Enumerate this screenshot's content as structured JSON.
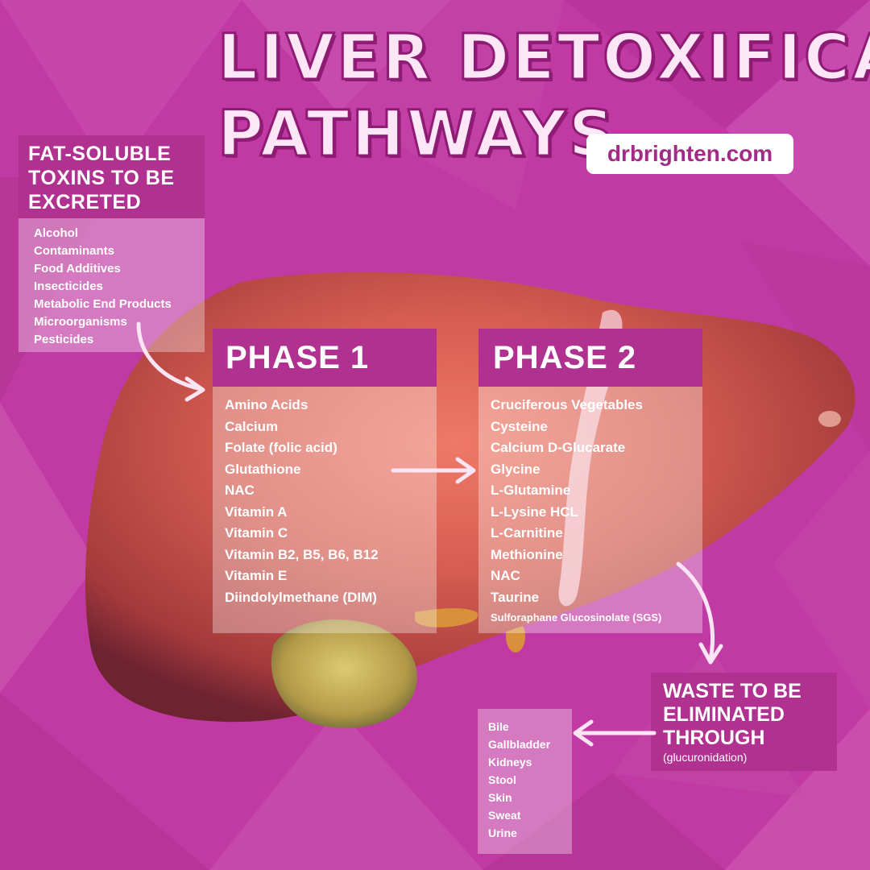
{
  "title": {
    "line1": "LIVER DETOXIFICATION",
    "line2": "PATHWAYS"
  },
  "website": "drbrighten.com",
  "fat_soluble": {
    "heading": [
      "FAT-SOLUBLE",
      "TOXINS TO BE",
      "EXCRETED"
    ],
    "items": [
      "Alcohol",
      "Contaminants",
      "Food Additives",
      "Insecticides",
      "Metabolic End Products",
      "Microorganisms",
      "Pesticides"
    ]
  },
  "phase1": {
    "heading": "PHASE 1",
    "items": [
      "Amino Acids",
      "Calcium",
      "Folate (folic acid)",
      "Glutathione",
      "NAC",
      "Vitamin A",
      "Vitamin C",
      "Vitamin B2, B5, B6, B12",
      "Vitamin E",
      "Diindolylmethane (DIM)"
    ]
  },
  "phase2": {
    "heading": "PHASE 2",
    "items": [
      "Cruciferous Vegetables",
      "Cysteine",
      "Calcium D-Glucarate",
      "Glycine",
      "L-Glutamine",
      "L-Lysine HCL",
      "L-Carnitine",
      "Methionine",
      "NAC",
      "Taurine",
      "Sulforaphane Glucosinolate (SGS)"
    ]
  },
  "waste": {
    "heading": [
      "WASTE TO BE",
      "ELIMINATED",
      "THROUGH"
    ],
    "note": "(glucuronidation)",
    "items": [
      "Bile",
      "Gallbladder",
      "Kidneys",
      "Stool",
      "Skin",
      "Sweat",
      "Urine"
    ]
  },
  "colors": {
    "background": "#c13aa3",
    "header_fill": "#b0318f",
    "liver": "#c4554c",
    "gallbladder": "#c9b45a",
    "arrow": "#fbe4f3"
  }
}
